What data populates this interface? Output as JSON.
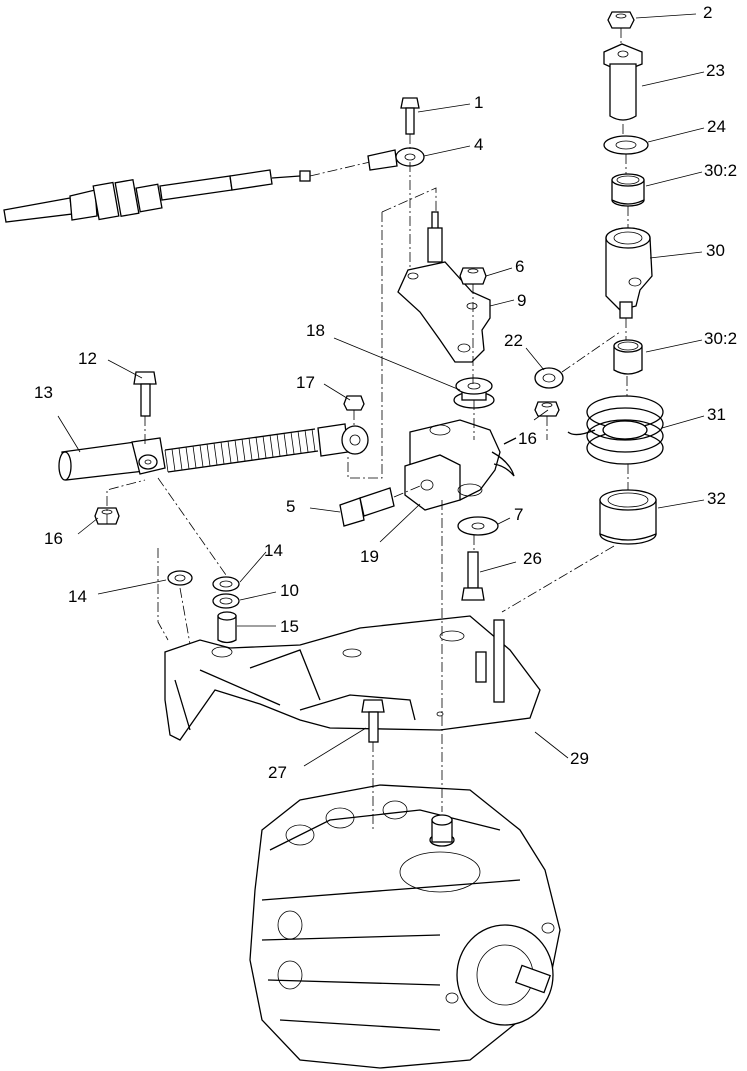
{
  "diagram": {
    "callouts": [
      {
        "id": "c-2",
        "label": "2"
      },
      {
        "id": "c-23",
        "label": "23"
      },
      {
        "id": "c-1",
        "label": "1"
      },
      {
        "id": "c-24",
        "label": "24"
      },
      {
        "id": "c-4",
        "label": "4"
      },
      {
        "id": "c-30-2a",
        "label": "30:2"
      },
      {
        "id": "c-30",
        "label": "30"
      },
      {
        "id": "c-6",
        "label": "6"
      },
      {
        "id": "c-9",
        "label": "9"
      },
      {
        "id": "c-18",
        "label": "18"
      },
      {
        "id": "c-22",
        "label": "22"
      },
      {
        "id": "c-30-2b",
        "label": "30:2"
      },
      {
        "id": "c-12",
        "label": "12"
      },
      {
        "id": "c-17",
        "label": "17"
      },
      {
        "id": "c-13",
        "label": "13"
      },
      {
        "id": "c-31",
        "label": "31"
      },
      {
        "id": "c-16a",
        "label": "16"
      },
      {
        "id": "c-5",
        "label": "5"
      },
      {
        "id": "c-32",
        "label": "32"
      },
      {
        "id": "c-16b",
        "label": "16"
      },
      {
        "id": "c-7",
        "label": "7"
      },
      {
        "id": "c-19",
        "label": "19"
      },
      {
        "id": "c-26",
        "label": "26"
      },
      {
        "id": "c-14a",
        "label": "14"
      },
      {
        "id": "c-10",
        "label": "10"
      },
      {
        "id": "c-14b",
        "label": "14"
      },
      {
        "id": "c-15",
        "label": "15"
      },
      {
        "id": "c-29",
        "label": "29"
      },
      {
        "id": "c-27",
        "label": "27"
      }
    ]
  }
}
